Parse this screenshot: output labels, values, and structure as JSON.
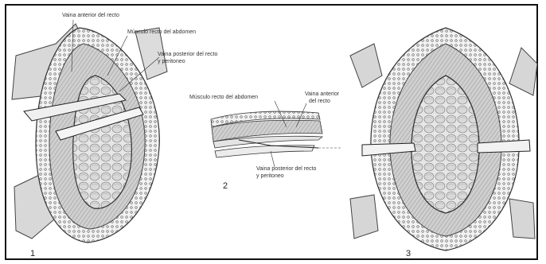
{
  "figure": {
    "panels": [
      {
        "number": "1",
        "labels": [
          "Vaina anterior del recto",
          "Músculo recto del abdomen",
          "Vaina posterior del recto",
          "y peritoneo"
        ]
      },
      {
        "number": "2",
        "labels": [
          "Músculo recto del abdomen",
          "Vaina anterior",
          "del recto",
          "Vaina posterior del recto",
          "y peritoneo"
        ]
      },
      {
        "number": "3",
        "labels": []
      }
    ]
  }
}
